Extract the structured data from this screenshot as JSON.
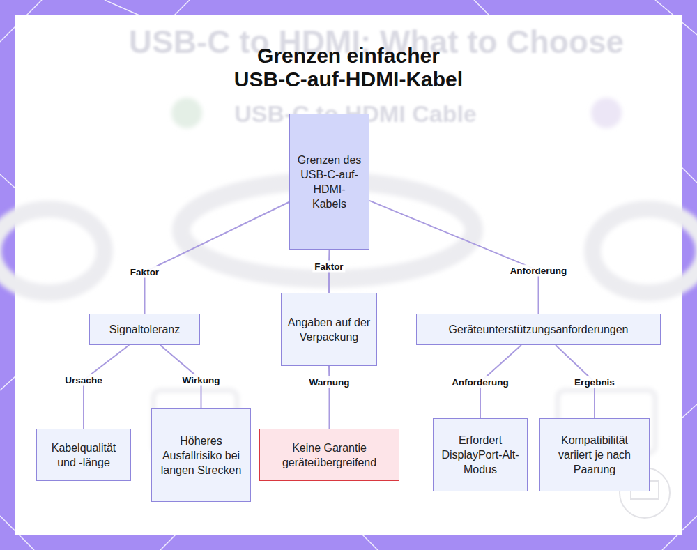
{
  "diagram": {
    "title": "Grenzen einfacher USB-C-auf-HDMI-Kabel",
    "nodes": [
      {
        "text": [
          "Grenzen des USB-C-auf-HDMI-Kabels"
        ]
      },
      {
        "text": [
          "Signaltoleranz"
        ]
      },
      {
        "text": [
          "Angaben auf der Verpackung"
        ]
      },
      {
        "text": [
          "Geräteunterstützungsanforderungen"
        ]
      },
      {
        "text": [
          "Kabelqualität und -länge"
        ]
      },
      {
        "text": [
          "Höheres Ausfallrisiko bei langen Strecken"
        ]
      },
      {
        "text": [
          "Keine Garantie geräteübergreifend"
        ]
      },
      {
        "text": [
          "Erfordert DisplayPort-Alt-Modus"
        ]
      },
      {
        "text": [
          "Kompatibilität variiert je nach Paarung"
        ]
      }
    ],
    "edges": [
      {
        "from": 0,
        "to": 1,
        "label": "Faktor",
        "arrow": "none"
      },
      {
        "from": 0,
        "to": 2,
        "label": "Faktor",
        "arrow": "none"
      },
      {
        "from": 0,
        "to": 3,
        "label": "Anforderung",
        "arrow": "none"
      },
      {
        "from": 1,
        "to": 4,
        "label": "Ursache",
        "arrow": "none"
      },
      {
        "from": 1,
        "to": 5,
        "label": "Wirkung",
        "arrow": "none"
      },
      {
        "from": 2,
        "to": 6,
        "label": "Warnung",
        "arrow": "none"
      },
      {
        "from": 3,
        "to": 7,
        "label": "Anforderung",
        "arrow": "none"
      },
      {
        "from": 3,
        "to": 8,
        "label": "Ergebnis",
        "arrow": "none"
      }
    ],
    "labels": [
      "USB-C to HDMI: What to Choose",
      "USB-C to HDMI Cable"
    ]
  }
}
